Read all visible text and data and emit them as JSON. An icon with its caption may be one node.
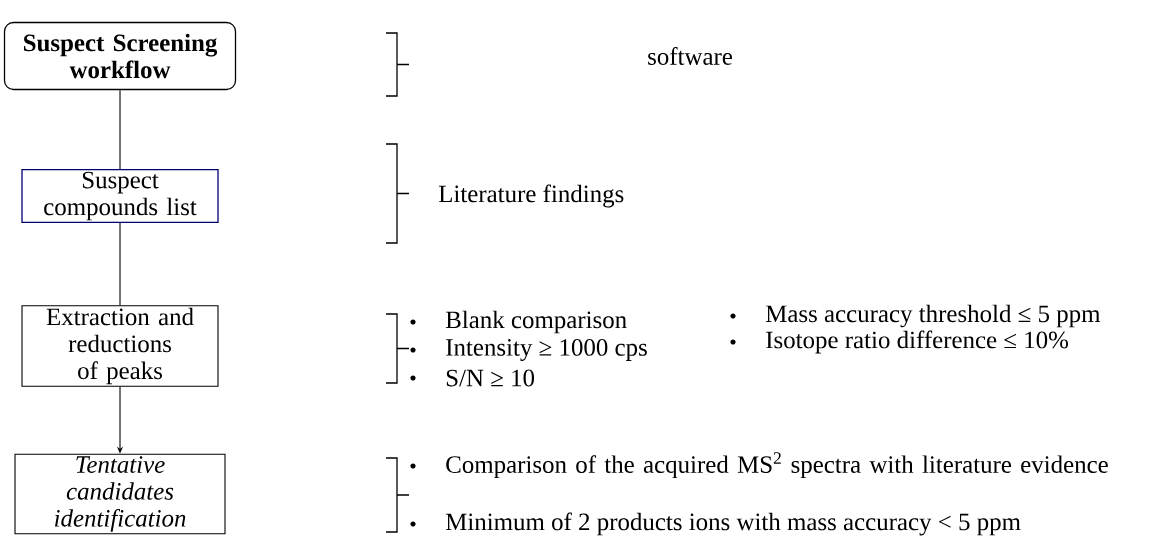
{
  "diagram": {
    "nodes": [
      {
        "text": [
          "Suspect Screening workflow"
        ]
      },
      {
        "text": [
          "Suspect compounds list"
        ]
      },
      {
        "text": [
          "Extraction and reductions of peaks"
        ]
      },
      {
        "text": [
          "Tentative candidates identification"
        ]
      }
    ],
    "edges": [
      {
        "from": 0,
        "to": 1,
        "arrow": "none"
      },
      {
        "from": 1,
        "to": 2,
        "arrow": "none"
      },
      {
        "from": 2,
        "to": 3,
        "arrow": "to"
      }
    ],
    "labels": [
      "software",
      "Literature findings",
      "Blank comparison",
      "Mass accuracy threshold ≤ 5 ppm",
      "Intensity ≥ 1000 cps",
      "Isotope ratio difference ≤ 10%",
      "S/N ≥ 10",
      "Comparison of the acquired MS$^{2}$ spectra with literature evidence",
      "Minimum of 2 products ions with mass accuracy < 5 ppm"
    ]
  }
}
